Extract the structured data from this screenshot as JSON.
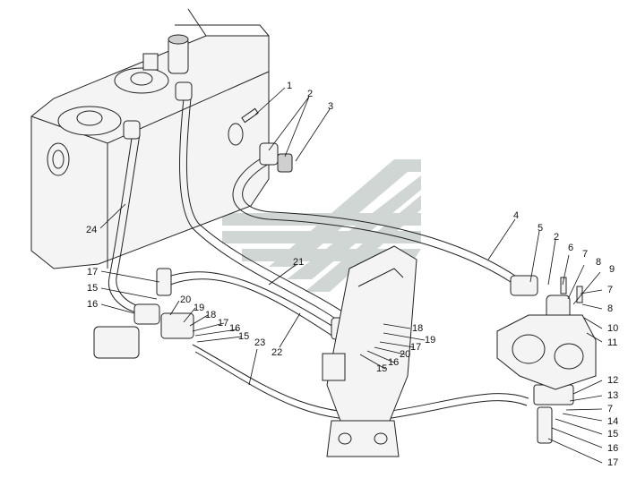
{
  "callouts": [
    {
      "id": "c1",
      "text": "1"
    },
    {
      "id": "c2a",
      "text": "2"
    },
    {
      "id": "c3",
      "text": "3"
    },
    {
      "id": "c4",
      "text": "4"
    },
    {
      "id": "c5",
      "text": "5"
    },
    {
      "id": "c2b",
      "text": "2"
    },
    {
      "id": "c6",
      "text": "6"
    },
    {
      "id": "c7a",
      "text": "7"
    },
    {
      "id": "c8a",
      "text": "8"
    },
    {
      "id": "c9",
      "text": "9"
    },
    {
      "id": "c7b",
      "text": "7"
    },
    {
      "id": "c8b",
      "text": "8"
    },
    {
      "id": "c10",
      "text": "10"
    },
    {
      "id": "c11",
      "text": "11"
    },
    {
      "id": "c12",
      "text": "12"
    },
    {
      "id": "c13",
      "text": "13"
    },
    {
      "id": "c7c",
      "text": "7"
    },
    {
      "id": "c14",
      "text": "14"
    },
    {
      "id": "c15a",
      "text": "15"
    },
    {
      "id": "c16a",
      "text": "16"
    },
    {
      "id": "c17a",
      "text": "17"
    },
    {
      "id": "c24",
      "text": "24"
    },
    {
      "id": "c21",
      "text": "21"
    },
    {
      "id": "c22",
      "text": "22"
    },
    {
      "id": "c23",
      "text": "23"
    },
    {
      "id": "c17b",
      "text": "17"
    },
    {
      "id": "c15b",
      "text": "15"
    },
    {
      "id": "c16b",
      "text": "16"
    },
    {
      "id": "c20a",
      "text": "20"
    },
    {
      "id": "c19a",
      "text": "19"
    },
    {
      "id": "c18a",
      "text": "18"
    },
    {
      "id": "c17c",
      "text": "17"
    },
    {
      "id": "c16c",
      "text": "16"
    },
    {
      "id": "c15c",
      "text": "15"
    },
    {
      "id": "c18b",
      "text": "18"
    },
    {
      "id": "c19b",
      "text": "19"
    },
    {
      "id": "c17d",
      "text": "17"
    },
    {
      "id": "c20b",
      "text": "20"
    },
    {
      "id": "c16d",
      "text": "16"
    },
    {
      "id": "c15d",
      "text": "15"
    }
  ],
  "colors": {
    "line": "#222222",
    "watermark": "#c8d0cc",
    "background": "#ffffff"
  }
}
